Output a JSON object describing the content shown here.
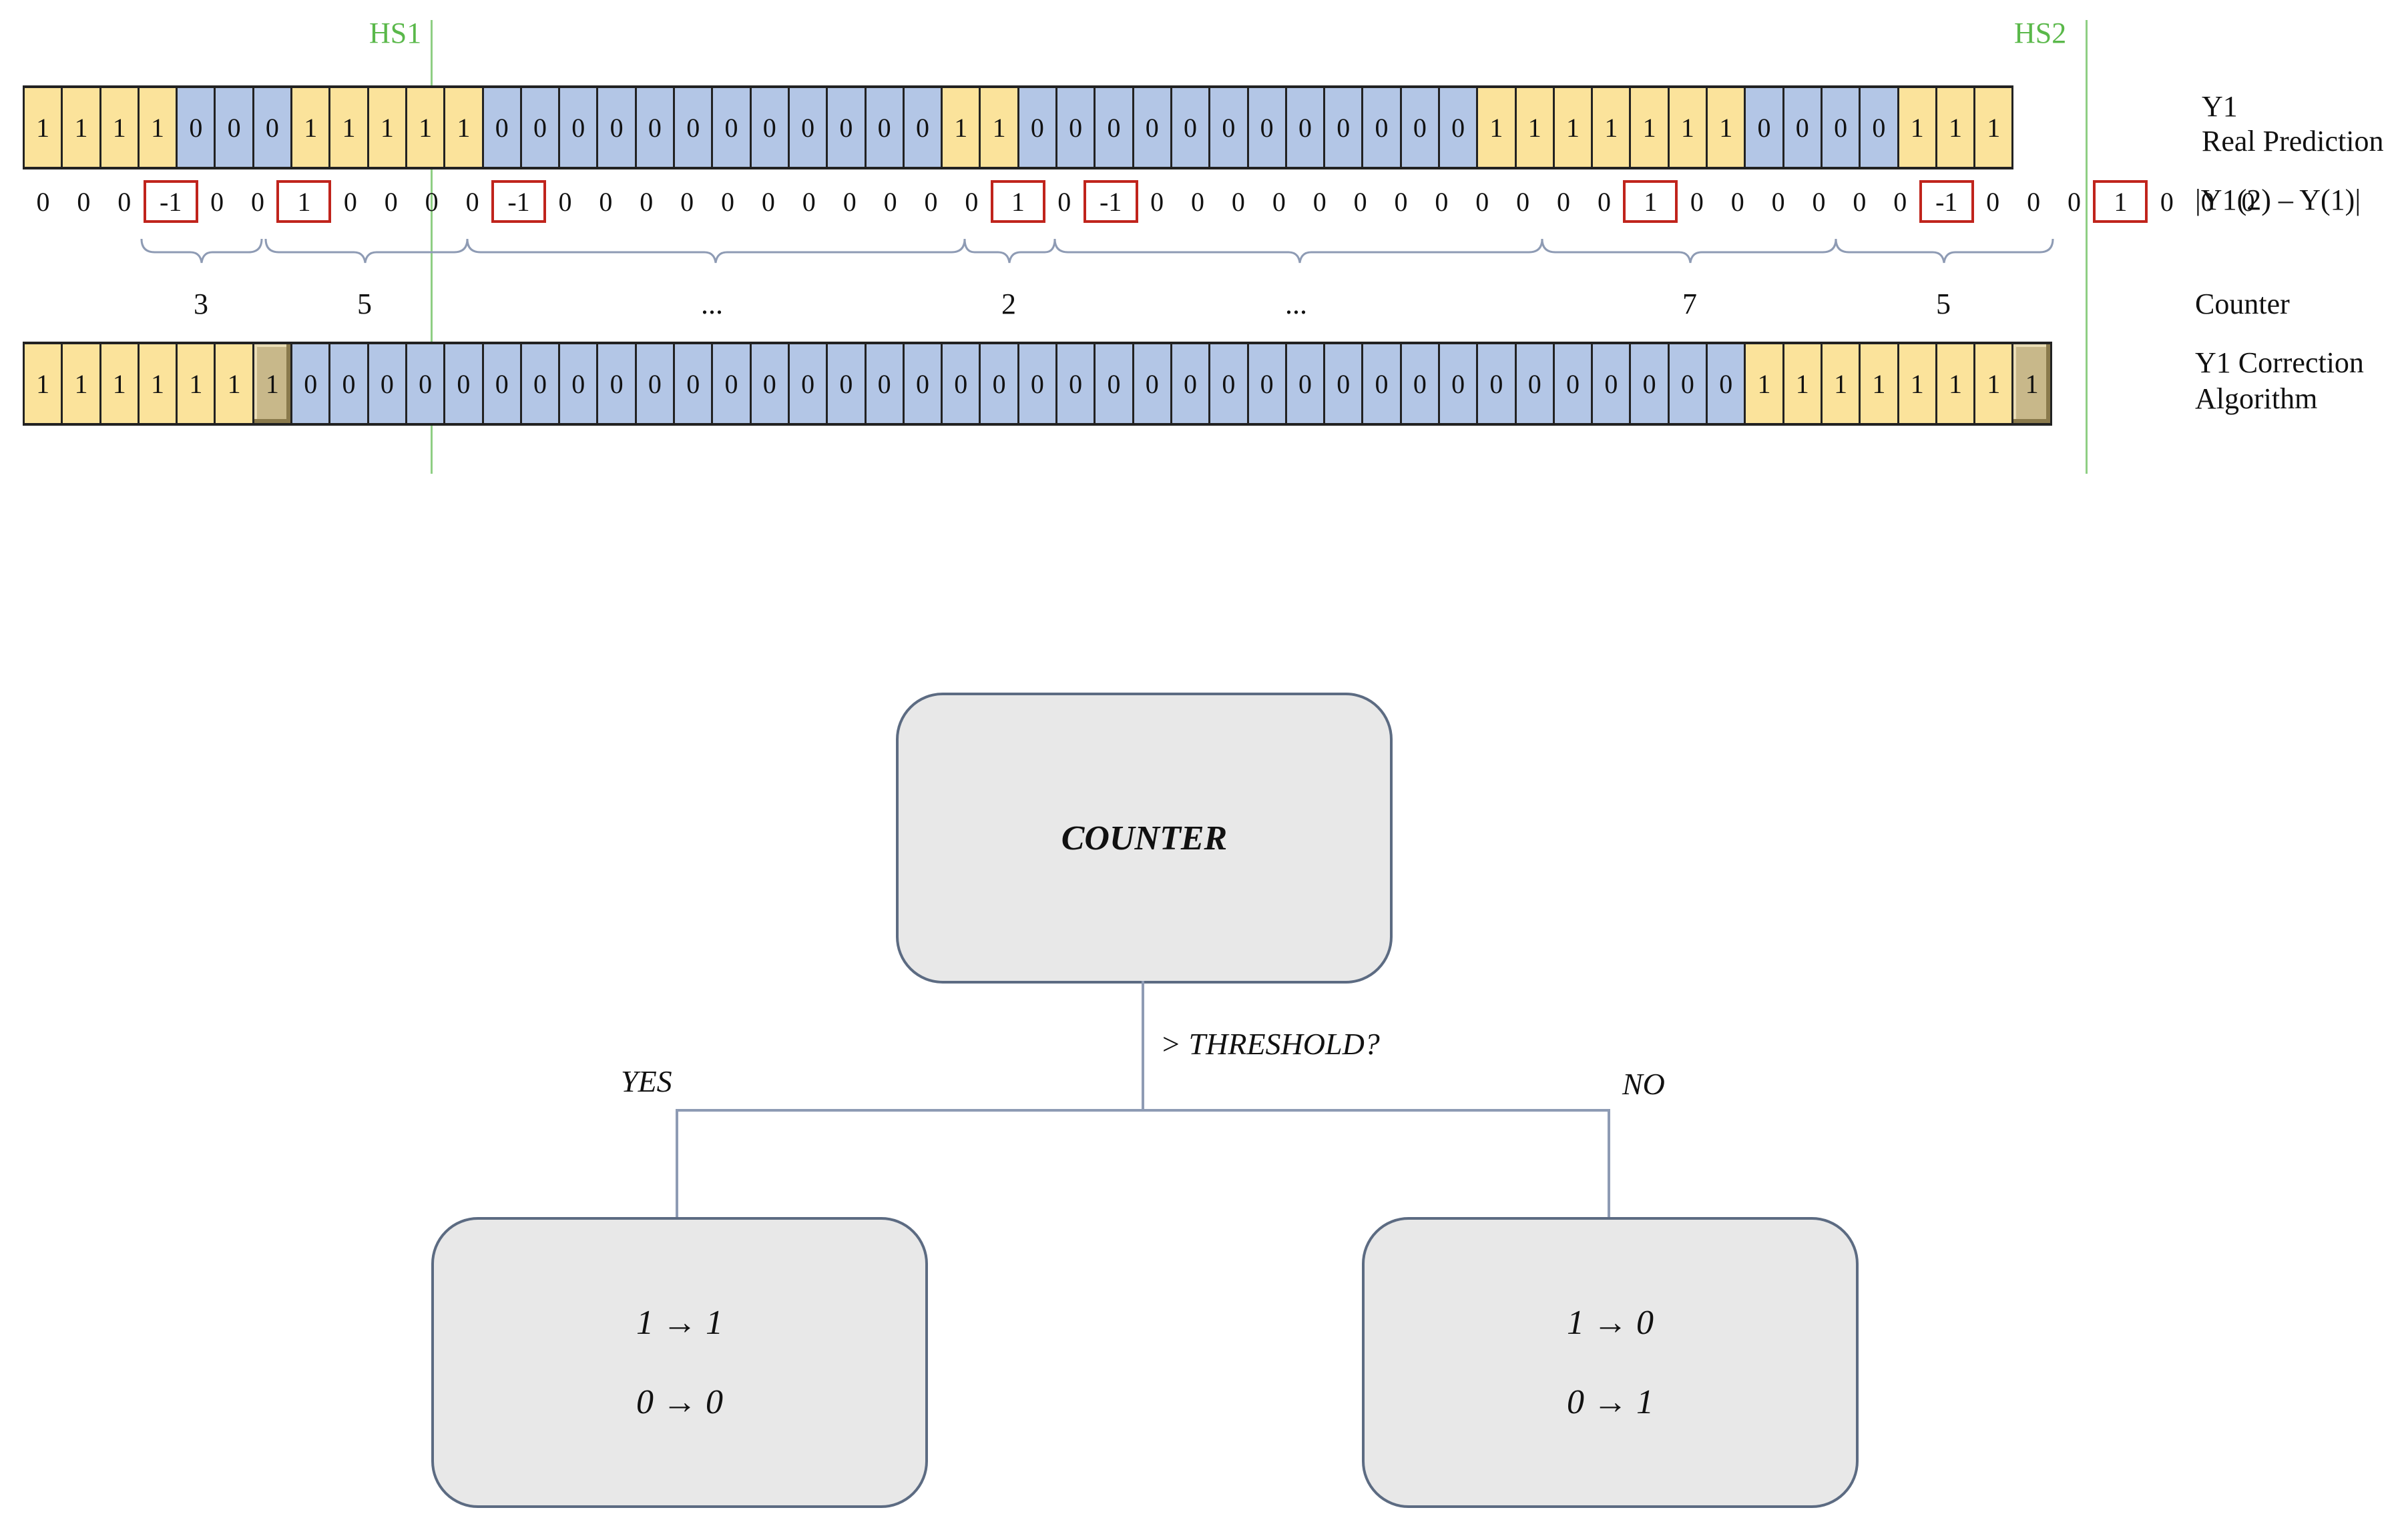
{
  "labels": {
    "hs1": "HS1",
    "hs2": "HS2",
    "row1_line1": "Y1",
    "row1_line2": "Real Prediction",
    "diff_row": "|Y1(2) – Y(1)|",
    "counter_row": "Counter",
    "row2_line1": "Y1 Correction",
    "row2_line2": "Algorithm"
  },
  "y1_real": [
    "1",
    "1",
    "1",
    "1",
    "0",
    "0",
    "0",
    "1",
    "1",
    "1",
    "1",
    "1",
    "0",
    "0",
    "0",
    "0",
    "0",
    "0",
    "0",
    "0",
    "0",
    "0",
    "0",
    "0",
    "1",
    "1",
    "0",
    "0",
    "0",
    "0",
    "0",
    "0",
    "0",
    "0",
    "0",
    "0",
    "0",
    "0",
    "1",
    "1",
    "1",
    "1",
    "1",
    "1",
    "1",
    "0",
    "0",
    "0",
    "0",
    "1",
    "1",
    "1"
  ],
  "diffs": [
    {
      "v": "0",
      "boxed": false
    },
    {
      "v": "0",
      "boxed": false
    },
    {
      "v": "0",
      "boxed": false
    },
    {
      "v": "-1",
      "boxed": true
    },
    {
      "v": "0",
      "boxed": false
    },
    {
      "v": "0",
      "boxed": false
    },
    {
      "v": "1",
      "boxed": true
    },
    {
      "v": "0",
      "boxed": false
    },
    {
      "v": "0",
      "boxed": false
    },
    {
      "v": "0",
      "boxed": false
    },
    {
      "v": "0",
      "boxed": false
    },
    {
      "v": "-1",
      "boxed": true
    },
    {
      "v": "0",
      "boxed": false
    },
    {
      "v": "0",
      "boxed": false
    },
    {
      "v": "0",
      "boxed": false
    },
    {
      "v": "0",
      "boxed": false
    },
    {
      "v": "0",
      "boxed": false
    },
    {
      "v": "0",
      "boxed": false
    },
    {
      "v": "0",
      "boxed": false
    },
    {
      "v": "0",
      "boxed": false
    },
    {
      "v": "0",
      "boxed": false
    },
    {
      "v": "0",
      "boxed": false
    },
    {
      "v": "0",
      "boxed": false
    },
    {
      "v": "1",
      "boxed": true
    },
    {
      "v": "0",
      "boxed": false
    },
    {
      "v": "-1",
      "boxed": true
    },
    {
      "v": "0",
      "boxed": false
    },
    {
      "v": "0",
      "boxed": false
    },
    {
      "v": "0",
      "boxed": false
    },
    {
      "v": "0",
      "boxed": false
    },
    {
      "v": "0",
      "boxed": false
    },
    {
      "v": "0",
      "boxed": false
    },
    {
      "v": "0",
      "boxed": false
    },
    {
      "v": "0",
      "boxed": false
    },
    {
      "v": "0",
      "boxed": false
    },
    {
      "v": "0",
      "boxed": false
    },
    {
      "v": "0",
      "boxed": false
    },
    {
      "v": "0",
      "boxed": false
    },
    {
      "v": "1",
      "boxed": true
    },
    {
      "v": "0",
      "boxed": false
    },
    {
      "v": "0",
      "boxed": false
    },
    {
      "v": "0",
      "boxed": false
    },
    {
      "v": "0",
      "boxed": false
    },
    {
      "v": "0",
      "boxed": false
    },
    {
      "v": "0",
      "boxed": false
    },
    {
      "v": "-1",
      "boxed": true
    },
    {
      "v": "0",
      "boxed": false
    },
    {
      "v": "0",
      "boxed": false
    },
    {
      "v": "0",
      "boxed": false
    },
    {
      "v": "1",
      "boxed": true
    },
    {
      "v": "0",
      "boxed": false
    },
    {
      "v": "0",
      "boxed": false
    },
    {
      "v": "0",
      "boxed": false
    }
  ],
  "counters": [
    "3",
    "5",
    "...",
    "2",
    "...",
    "7",
    "5"
  ],
  "y1_correction": [
    "1",
    "1",
    "1",
    "1",
    "1",
    "1",
    "1",
    "0",
    "0",
    "0",
    "0",
    "0",
    "0",
    "0",
    "0",
    "0",
    "0",
    "0",
    "0",
    "0",
    "0",
    "0",
    "0",
    "0",
    "0",
    "0",
    "0",
    "0",
    "0",
    "0",
    "0",
    "0",
    "0",
    "0",
    "0",
    "0",
    "0",
    "0",
    "0",
    "0",
    "0",
    "0",
    "0",
    "0",
    "0",
    "1",
    "1",
    "1",
    "1",
    "1",
    "1",
    "1",
    "1"
  ],
  "correction_highlight": [
    6,
    52
  ],
  "colors": {
    "one": "#fbe39b",
    "zero": "#b3c6e6",
    "highlight": "#c8b88a",
    "box": "#c0241c",
    "hs_line": "#8fcf84",
    "node_fill": "#e8e8e8",
    "node_border": "#5c6b82"
  },
  "tree": {
    "root": "COUNTER",
    "question": "> THRESHOLD?",
    "yes": "YES",
    "no": "NO",
    "left_line1": "1 → 1",
    "left_line2": "0 → 0",
    "right_line1": "1 → 0",
    "right_line2": "0 → 1"
  }
}
